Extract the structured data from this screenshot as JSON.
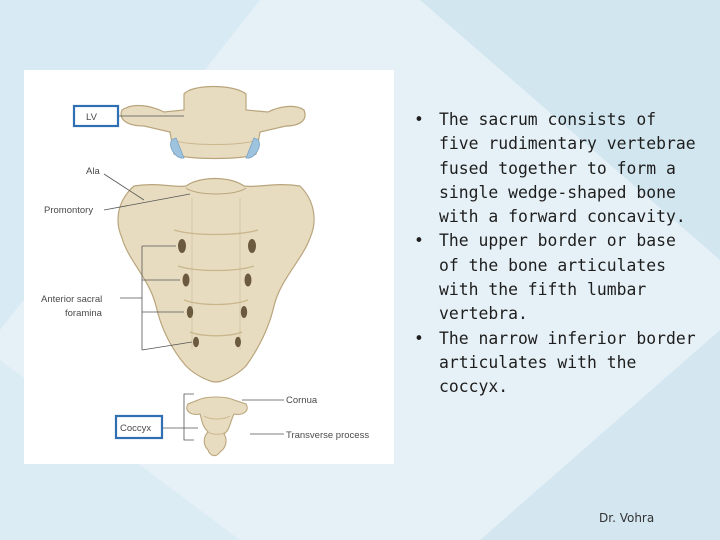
{
  "figure": {
    "labels": {
      "lv": "LV",
      "ala": "Ala",
      "promontory": "Promontory",
      "anterior_sacral_1": "Anterior sacral",
      "anterior_sacral_2": "foramina",
      "cornua": "Cornua",
      "coccyx": "Coccyx",
      "transverse_process": "Transverse process"
    }
  },
  "bullets": [
    "The sacrum consists of five rudimentary vertebrae fused together to form a single wedge-shaped bone with a forward concavity.",
    "The upper border or base of the bone articulates with the fifth lumbar vertebra.",
    "The narrow inferior border articulates with the coccyx."
  ],
  "bullet_symbol": "•",
  "author": "Dr. Vohra",
  "colors": {
    "background": "#e6f1f7",
    "bone": "#e8dcc0",
    "bone_shadow": "#c9b68c",
    "cartilage": "#9ec3de",
    "label_box": "#2f6fb2"
  }
}
